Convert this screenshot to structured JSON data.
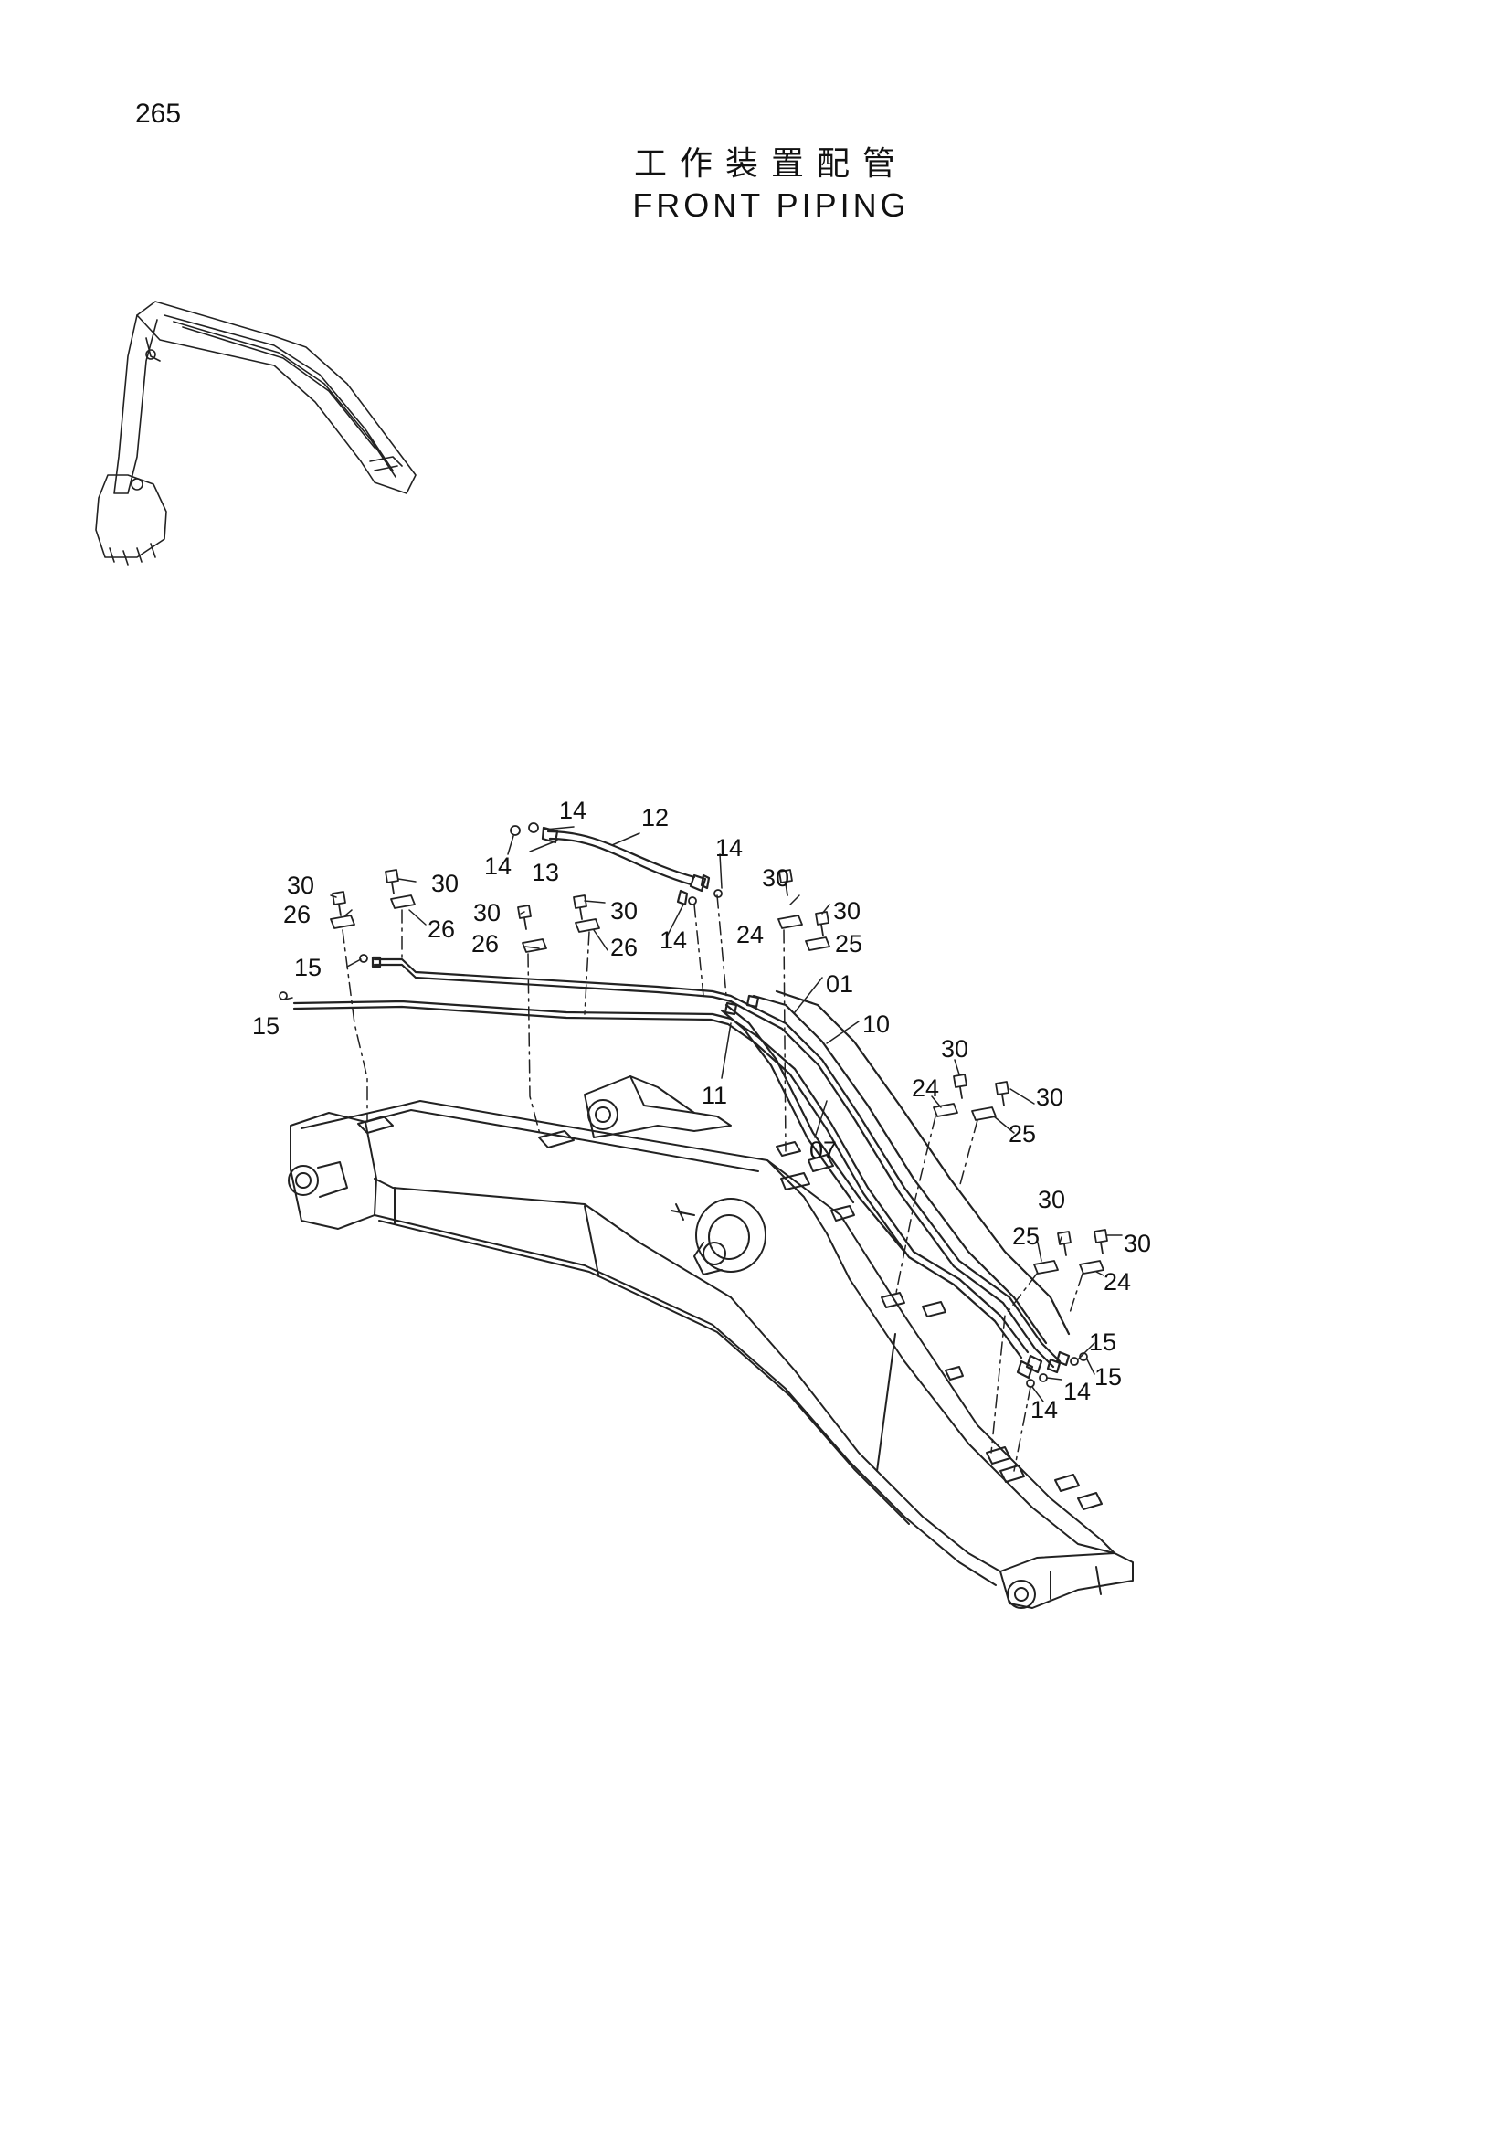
{
  "page": {
    "number": "265",
    "title_cn": "工作装置配管",
    "title_en": "FRONT PIPING"
  },
  "callouts": [
    {
      "id": "c14a",
      "text": "14"
    },
    {
      "id": "c12",
      "text": "12"
    },
    {
      "id": "c14b",
      "text": "14"
    },
    {
      "id": "c13",
      "text": "13"
    },
    {
      "id": "c14c",
      "text": "14"
    },
    {
      "id": "c14d",
      "text": "14"
    },
    {
      "id": "c30a",
      "text": "30"
    },
    {
      "id": "c30b",
      "text": "30"
    },
    {
      "id": "c26a",
      "text": "26"
    },
    {
      "id": "c26b",
      "text": "26"
    },
    {
      "id": "c30c",
      "text": "30"
    },
    {
      "id": "c30d",
      "text": "30"
    },
    {
      "id": "c26c",
      "text": "26"
    },
    {
      "id": "c26d",
      "text": "26"
    },
    {
      "id": "c30e",
      "text": "30"
    },
    {
      "id": "c30f",
      "text": "30"
    },
    {
      "id": "c24a",
      "text": "24"
    },
    {
      "id": "c25a",
      "text": "25"
    },
    {
      "id": "c01",
      "text": "01"
    },
    {
      "id": "c15a",
      "text": "15"
    },
    {
      "id": "c15b",
      "text": "15"
    },
    {
      "id": "c10",
      "text": "10"
    },
    {
      "id": "c11",
      "text": "11"
    },
    {
      "id": "c07",
      "text": "07"
    },
    {
      "id": "c30g",
      "text": "30"
    },
    {
      "id": "c24b",
      "text": "24"
    },
    {
      "id": "c30h",
      "text": "30"
    },
    {
      "id": "c25b",
      "text": "25"
    },
    {
      "id": "c30i",
      "text": "30"
    },
    {
      "id": "c25c",
      "text": "25"
    },
    {
      "id": "c30j",
      "text": "30"
    },
    {
      "id": "c24c",
      "text": "24"
    },
    {
      "id": "c15c",
      "text": "15"
    },
    {
      "id": "c15d",
      "text": "15"
    },
    {
      "id": "c14e",
      "text": "14"
    },
    {
      "id": "c14f",
      "text": "14"
    }
  ]
}
